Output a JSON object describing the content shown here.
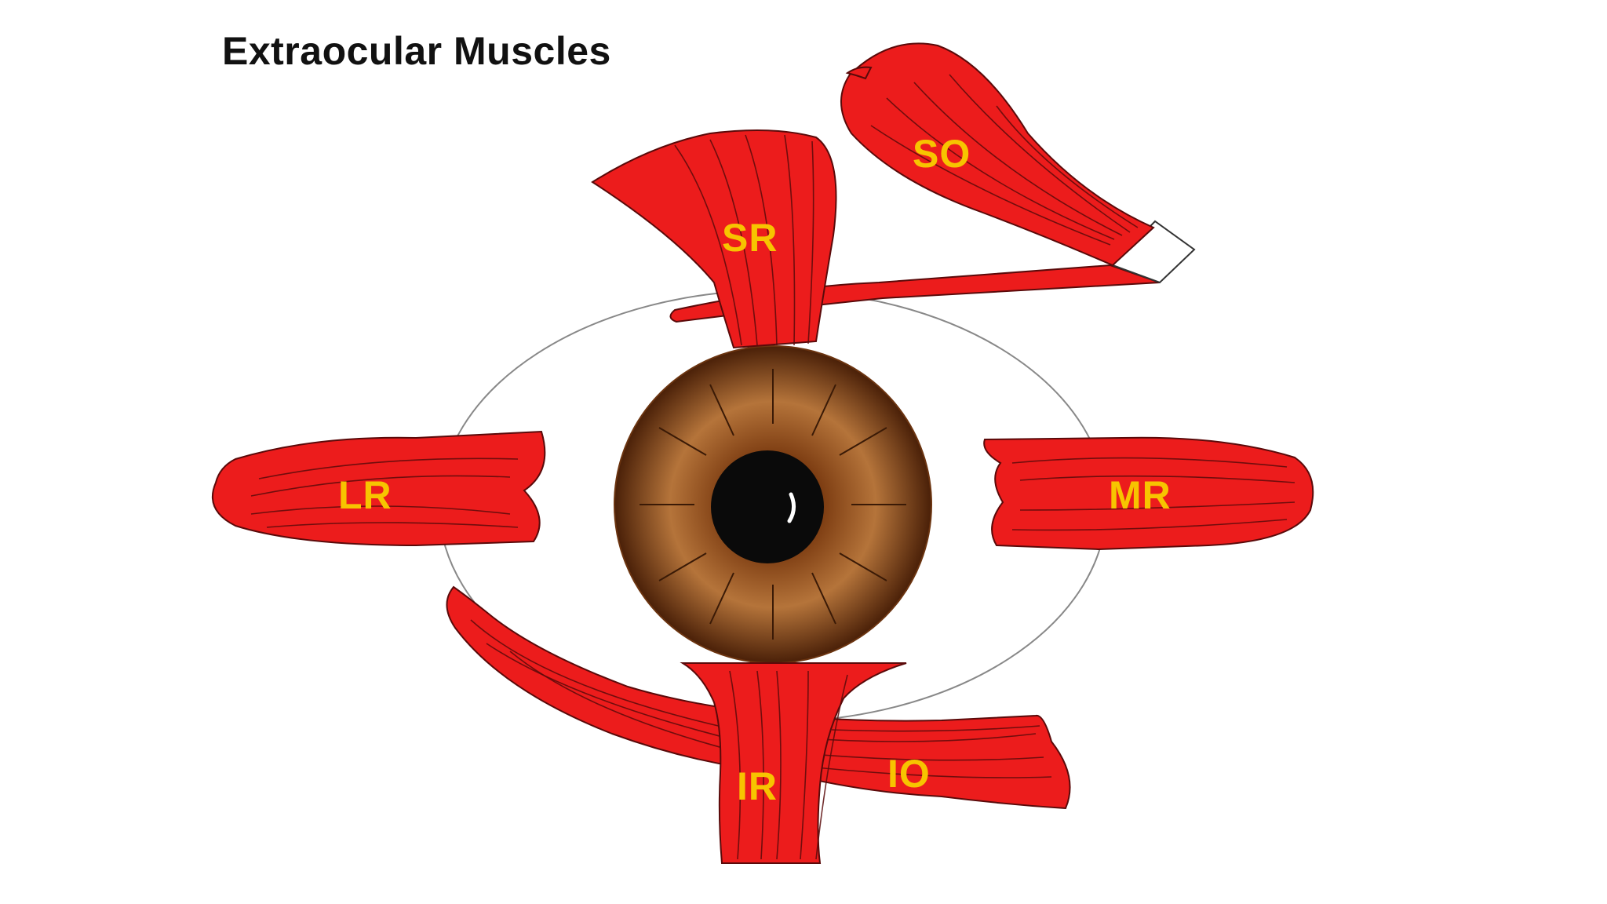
{
  "title": "Extraocular Muscles",
  "labels": {
    "so": "SO",
    "sr": "SR",
    "lr": "LR",
    "mr": "MR",
    "ir": "IR",
    "io": "IO"
  },
  "colors": {
    "muscle": "#ec1c1c",
    "label": "#f7c400",
    "iris": "#8a4a1c",
    "pupil": "#0a0a0a"
  }
}
